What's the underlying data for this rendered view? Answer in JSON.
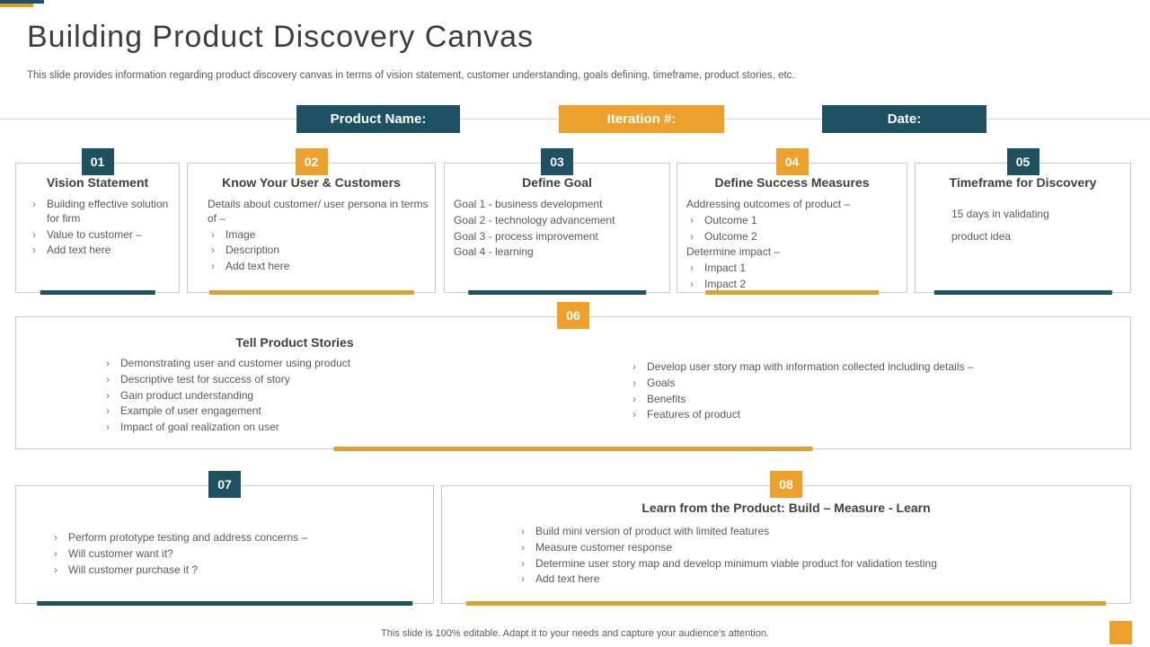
{
  "colors": {
    "teal": "#1e5162",
    "orange_badge": "#eda12c",
    "gold_bar": "#d7a233",
    "card_border": "#c9c9c9",
    "body_text": "#595959",
    "title_text": "#3d3d3d"
  },
  "header": {
    "title": "Building Product Discovery Canvas",
    "subtitle": "This slide provides information regarding product discovery canvas in terms of vision statement, customer understanding, goals defining, timeframe, product stories, etc."
  },
  "labels": {
    "product_name": "Product Name:",
    "iteration": "Iteration #:",
    "date": "Date:"
  },
  "cards": {
    "c1": {
      "number": "01",
      "title": "Vision Statement",
      "items": [
        {
          "bullet": true,
          "text": "Building effective solution for firm"
        },
        {
          "bullet": true,
          "text": "Value to customer –"
        },
        {
          "bullet": true,
          "text": "Add text here"
        }
      ]
    },
    "c2": {
      "number": "02",
      "title": "Know Your User & Customers",
      "items": [
        {
          "bullet": false,
          "text": "Details about customer/ user persona in terms of –"
        },
        {
          "bullet": true,
          "text": "Image"
        },
        {
          "bullet": true,
          "text": "Description"
        },
        {
          "bullet": true,
          "text": "Add text here"
        }
      ]
    },
    "c3": {
      "number": "03",
      "title": "Define Goal",
      "items": [
        {
          "bullet": false,
          "text": "Goal 1 - business development"
        },
        {
          "bullet": false,
          "text": "Goal 2 - technology advancement"
        },
        {
          "bullet": false,
          "text": "Goal 3 - process improvement"
        },
        {
          "bullet": false,
          "text": "Goal 4 - learning"
        }
      ]
    },
    "c4": {
      "number": "04",
      "title": "Define Success Measures",
      "items": [
        {
          "bullet": false,
          "text": "Addressing outcomes of product –"
        },
        {
          "bullet": true,
          "text": "Outcome 1"
        },
        {
          "bullet": true,
          "text": "Outcome 2"
        },
        {
          "bullet": false,
          "text": "Determine impact –"
        },
        {
          "bullet": true,
          "text": "Impact 1"
        },
        {
          "bullet": true,
          "text": "Impact 2"
        }
      ]
    },
    "c5": {
      "number": "05",
      "title": "Timeframe for Discovery",
      "items": [
        {
          "bullet": false,
          "text": "15 days in validating"
        },
        {
          "bullet": false,
          "text": "product idea"
        }
      ]
    },
    "c6": {
      "number": "06",
      "title": "Tell Product Stories",
      "left": [
        {
          "bullet": true,
          "text": "Demonstrating user and customer using product"
        },
        {
          "bullet": true,
          "text": "Descriptive test for success of story"
        },
        {
          "bullet": true,
          "text": "Gain product understanding"
        },
        {
          "bullet": true,
          "text": "Example of user engagement"
        },
        {
          "bullet": true,
          "text": "Impact of goal realization on user"
        }
      ],
      "right": [
        {
          "bullet": true,
          "text": "Develop user story map with information collected including details –"
        },
        {
          "bullet": true,
          "text": "Goals"
        },
        {
          "bullet": true,
          "text": "Benefits"
        },
        {
          "bullet": true,
          "text": "Features of product"
        }
      ]
    },
    "c7": {
      "number": "07",
      "items": [
        {
          "bullet": true,
          "text": "Perform prototype testing and address concerns –"
        },
        {
          "bullet": true,
          "text": "Will customer want it?"
        },
        {
          "bullet": true,
          "text": "Will customer purchase it ?"
        }
      ]
    },
    "c8": {
      "number": "08",
      "title": "Learn from the Product: Build – Measure - Learn",
      "items": [
        {
          "bullet": true,
          "text": "Build mini version of product with limited features"
        },
        {
          "bullet": true,
          "text": "Measure customer response"
        },
        {
          "bullet": true,
          "text": "Determine user story map and develop minimum viable product for validation testing"
        },
        {
          "bullet": true,
          "text": "Add text here"
        }
      ]
    }
  },
  "footer": {
    "text": "This slide is 100% editable. Adapt it to your needs and capture your audience's attention."
  }
}
